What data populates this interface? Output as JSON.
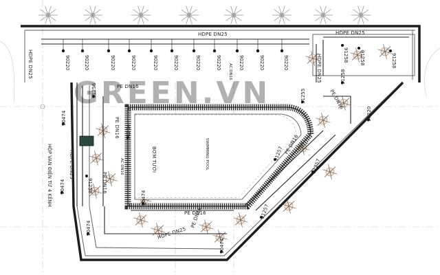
{
  "watermark": "GREEN.VN",
  "pipes": {
    "top_main": "HDPE DN25",
    "top_right": "HDPE DN25",
    "left_vertical": "HDPE DN25",
    "left_vertical_2": "HDPE DN25",
    "bottom_diag": "HDPE DN25",
    "right_col": "HDPE DN25",
    "pe_top_left": "PE DN16",
    "pe_left_1": "PE DN16",
    "pe_left_2": "PE DN16",
    "pe_bottom": "PE DN16",
    "pe_bottom_2": "PE DN16",
    "pe_right_1": "PE DN16",
    "pe_right_2": "PE DN16"
  },
  "sprinklers": {
    "top_row": [
      "90220",
      "90220",
      "90220",
      "90220",
      "90220",
      "90220",
      "90220",
      "90220",
      "90220",
      "90220",
      "90220"
    ],
    "top_right": [
      "91258",
      "91258",
      "91258"
    ],
    "right_diag": [
      "91255",
      "91258",
      "91257",
      "91257",
      "91257",
      "90220"
    ],
    "left": [
      "91256",
      "91258",
      "90474",
      "90474"
    ],
    "bottom": [
      "91254",
      "90474",
      "90474",
      "90474"
    ]
  },
  "pool_label": "SWIMMING POOL",
  "pump_label": "BƠM TƯỚI",
  "valve_box_label": "HỘP VAN ĐIỆN TỪ 4 KÊNH",
  "small_notes": [
    "AC DN16",
    "AC DN16"
  ]
}
